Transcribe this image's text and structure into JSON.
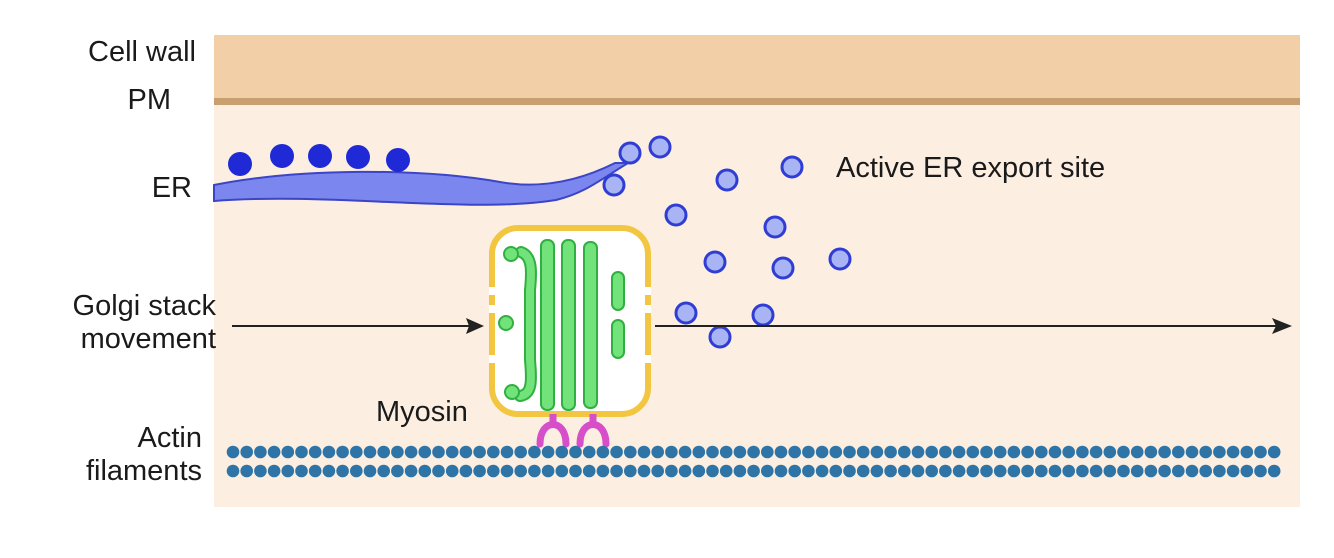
{
  "labels": {
    "cell_wall": "Cell wall",
    "pm": "PM",
    "er": "ER",
    "golgi_line1": "Golgi stack",
    "golgi_line2": "movement",
    "myosin": "Myosin",
    "actin_line1": "Actin",
    "actin_line2": "filaments",
    "er_export_site": "Active ER export site"
  },
  "colors": {
    "cell_wall": "#f3cfa8",
    "pm": "#c8a06f",
    "cytoplasm": "#fcefe1",
    "er": "#7b86ee",
    "er_outline": "#3b45c6",
    "ribosome": "#1f2ad6",
    "vesicle_fill": "#a9b4f5",
    "vesicle_stroke": "#2f3dd4",
    "golgi": "#72e27a",
    "golgi_outline": "#2fb040",
    "golgi_coat": "#f2c640",
    "myosin": "#d64fc9",
    "actin": "#2f74a6",
    "arrow": "#222222"
  },
  "icons": {
    "er": "endoplasmic-reticulum-icon",
    "golgi": "golgi-stack-icon",
    "myosin": "myosin-motor-icon",
    "actin": "actin-filament-icon",
    "vesicle": "vesicle-icon",
    "ribosome": "ribosome-icon"
  }
}
